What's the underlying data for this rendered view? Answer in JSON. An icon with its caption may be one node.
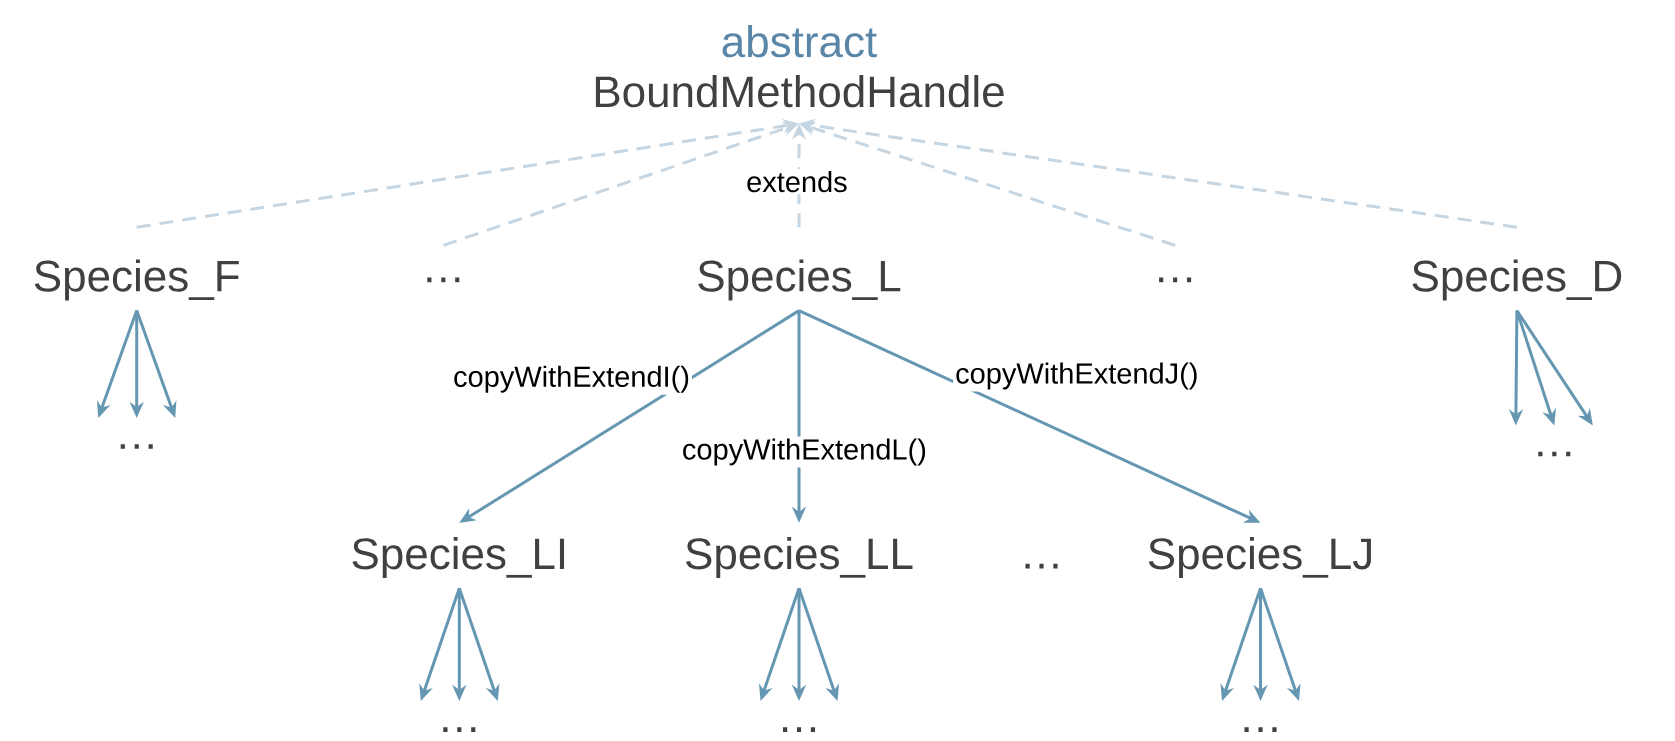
{
  "diagram": {
    "nodes": [
      {
        "text": [
          "abstract",
          "BoundMethodHandle"
        ]
      },
      {
        "text": [
          "Species_F"
        ]
      },
      {
        "text": [
          "…"
        ]
      },
      {
        "text": [
          "Species_L"
        ]
      },
      {
        "text": [
          "…"
        ]
      },
      {
        "text": [
          "Species_D"
        ]
      },
      {
        "text": [
          "…"
        ]
      },
      {
        "text": [
          "…"
        ]
      },
      {
        "text": [
          "Species_LI"
        ]
      },
      {
        "text": [
          "Species_LL"
        ]
      },
      {
        "text": [
          "…"
        ]
      },
      {
        "text": [
          "Species_LJ"
        ]
      },
      {
        "text": [
          "…"
        ]
      },
      {
        "text": [
          "…"
        ]
      },
      {
        "text": [
          "…"
        ]
      }
    ],
    "edges": [
      {
        "from": 1,
        "to": 0,
        "arrow": "to",
        "style": "dashed",
        "color": "#c5d6e2"
      },
      {
        "from": 2,
        "to": 0,
        "arrow": "to",
        "style": "dashed",
        "color": "#c5d6e2"
      },
      {
        "from": 3,
        "to": 0,
        "arrow": "to",
        "style": "dashed",
        "color": "#c5d6e2",
        "label": "extends"
      },
      {
        "from": 4,
        "to": 0,
        "arrow": "to",
        "style": "dashed",
        "color": "#c5d6e2"
      },
      {
        "from": 5,
        "to": 0,
        "arrow": "to",
        "style": "dashed",
        "color": "#c5d6e2"
      },
      {
        "from": 3,
        "to": 8,
        "arrow": "to",
        "label": "copyWithExtendI()"
      },
      {
        "from": 3,
        "to": 9,
        "arrow": "to",
        "label": "copyWithExtendL()"
      },
      {
        "from": 3,
        "to": 11,
        "arrow": "to",
        "label": "copyWithExtendJ()"
      },
      {
        "from": 1,
        "to": 6,
        "arrow": "to"
      },
      {
        "from": 1,
        "to": 6,
        "arrow": "to"
      },
      {
        "from": 1,
        "to": 6,
        "arrow": "to"
      },
      {
        "from": 5,
        "to": 7,
        "arrow": "to"
      },
      {
        "from": 5,
        "to": 7,
        "arrow": "to"
      },
      {
        "from": 5,
        "to": 7,
        "arrow": "to"
      },
      {
        "from": 8,
        "to": 12,
        "arrow": "to"
      },
      {
        "from": 8,
        "to": 12,
        "arrow": "to"
      },
      {
        "from": 8,
        "to": 12,
        "arrow": "to"
      },
      {
        "from": 9,
        "to": 13,
        "arrow": "to"
      },
      {
        "from": 9,
        "to": 13,
        "arrow": "to"
      },
      {
        "from": 9,
        "to": 13,
        "arrow": "to"
      },
      {
        "from": 11,
        "to": 14,
        "arrow": "to"
      },
      {
        "from": 11,
        "to": 14,
        "arrow": "to"
      },
      {
        "from": 11,
        "to": 14,
        "arrow": "to"
      }
    ]
  }
}
